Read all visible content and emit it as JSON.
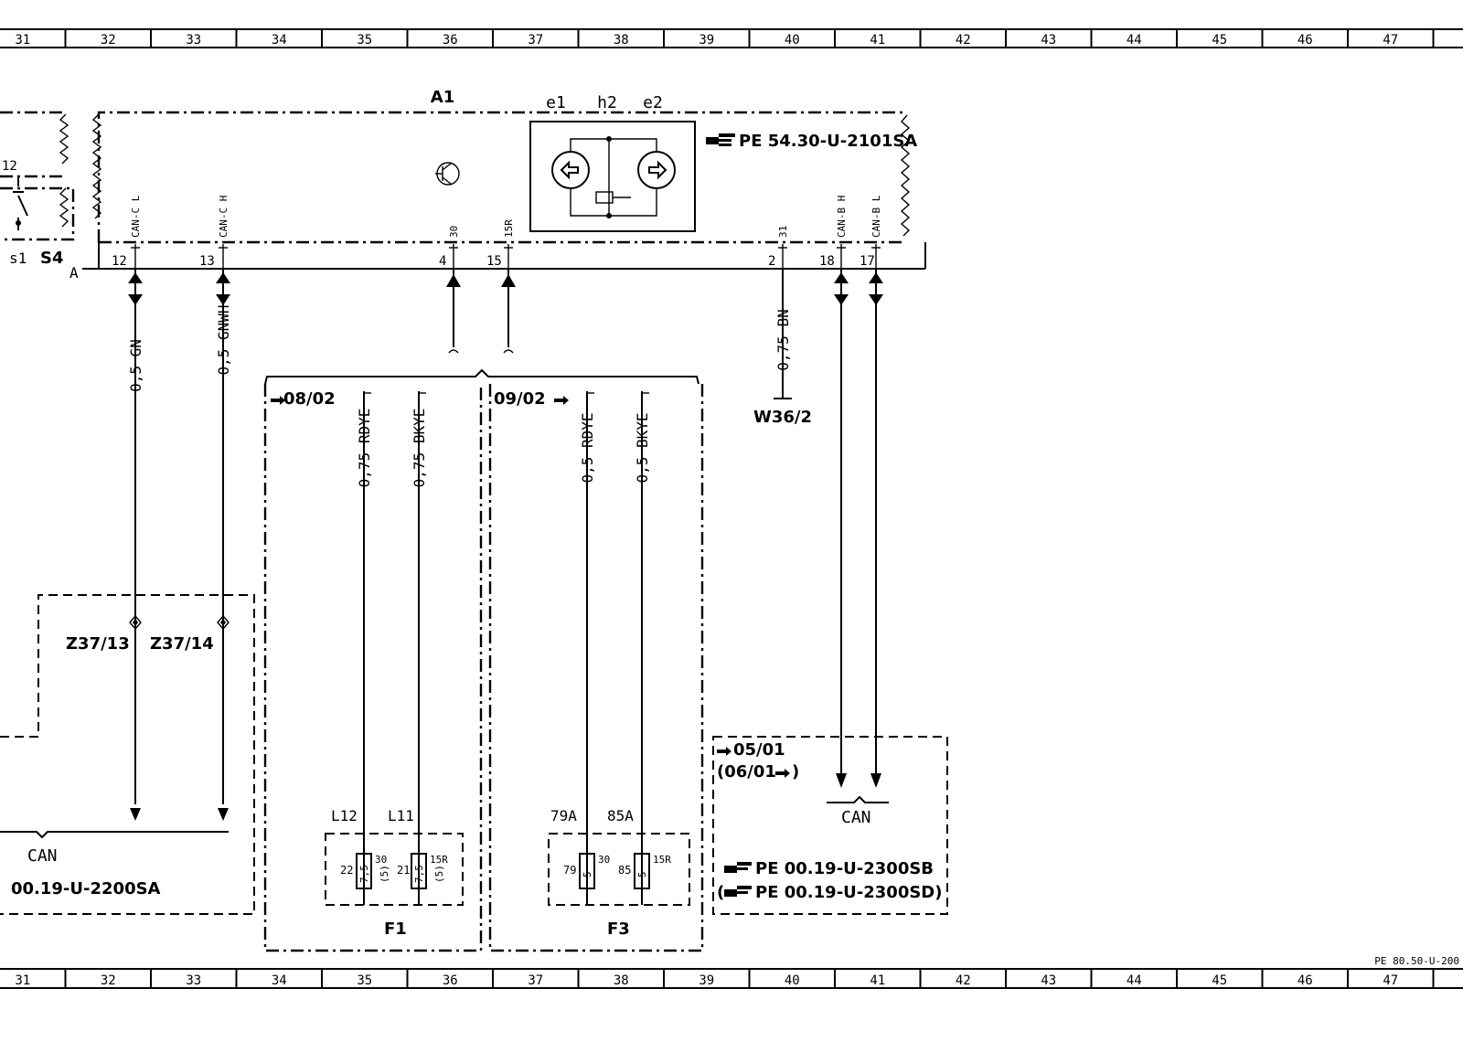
{
  "grid_columns": [
    "31",
    "32",
    "33",
    "34",
    "35",
    "36",
    "37",
    "38",
    "39",
    "40",
    "41",
    "42",
    "43",
    "44",
    "45",
    "46",
    "47"
  ],
  "sheet_ref": "PE 80.50-U-200",
  "module": {
    "label": "A1",
    "ref": "PE 54.30-U-2101SA",
    "symbols": {
      "e1": "e1",
      "h2": "h2",
      "e2": "e2"
    },
    "connector": "A"
  },
  "switch": {
    "pin": "12",
    "s1": "s1",
    "label": "S4"
  },
  "pins": [
    {
      "num": "12",
      "signal": "CAN-C L"
    },
    {
      "num": "13",
      "signal": "CAN-C H"
    },
    {
      "num": "4",
      "signal": "30"
    },
    {
      "num": "15",
      "signal": "15R"
    },
    {
      "num": "2",
      "signal": "31"
    },
    {
      "num": "18",
      "signal": "CAN-B H"
    },
    {
      "num": "17",
      "signal": "CAN-B L"
    }
  ],
  "wires": [
    {
      "label": "0,5 GN"
    },
    {
      "label": "0,5 GNWH"
    },
    {
      "label": "0,75 RDYE"
    },
    {
      "label": "0,75 BKYE"
    },
    {
      "label": "0,5 RDYE"
    },
    {
      "label": "0,5 BKYE"
    },
    {
      "label": "0,75 BN"
    }
  ],
  "ground": "W36/2",
  "splices": [
    "Z37/13",
    "Z37/14"
  ],
  "can_left": {
    "label": "CAN",
    "ref": "00.19-U-2200SA"
  },
  "variant_a": {
    "date": "08/02"
  },
  "variant_b": {
    "date": "09/02"
  },
  "fuse_f1": {
    "label": "F1",
    "terms": [
      "L12",
      "L11"
    ],
    "fuses": [
      {
        "pin": "22",
        "rating": "7,5",
        "term": "30",
        "alt": "(5)"
      },
      {
        "pin": "21",
        "rating": "7,5",
        "term": "15R",
        "alt": "(5)"
      }
    ]
  },
  "fuse_f3": {
    "label": "F3",
    "terms": [
      "79A",
      "85A"
    ],
    "fuses": [
      {
        "pin": "79",
        "rating": "5",
        "term": "30"
      },
      {
        "pin": "85",
        "rating": "5",
        "term": "15R"
      }
    ]
  },
  "can_right": {
    "date1": "05/01",
    "date2": "(06/01",
    "label": "CAN",
    "ref1": "PE  00.19-U-2300SB",
    "ref2": "PE  00.19-U-2300SD)"
  }
}
